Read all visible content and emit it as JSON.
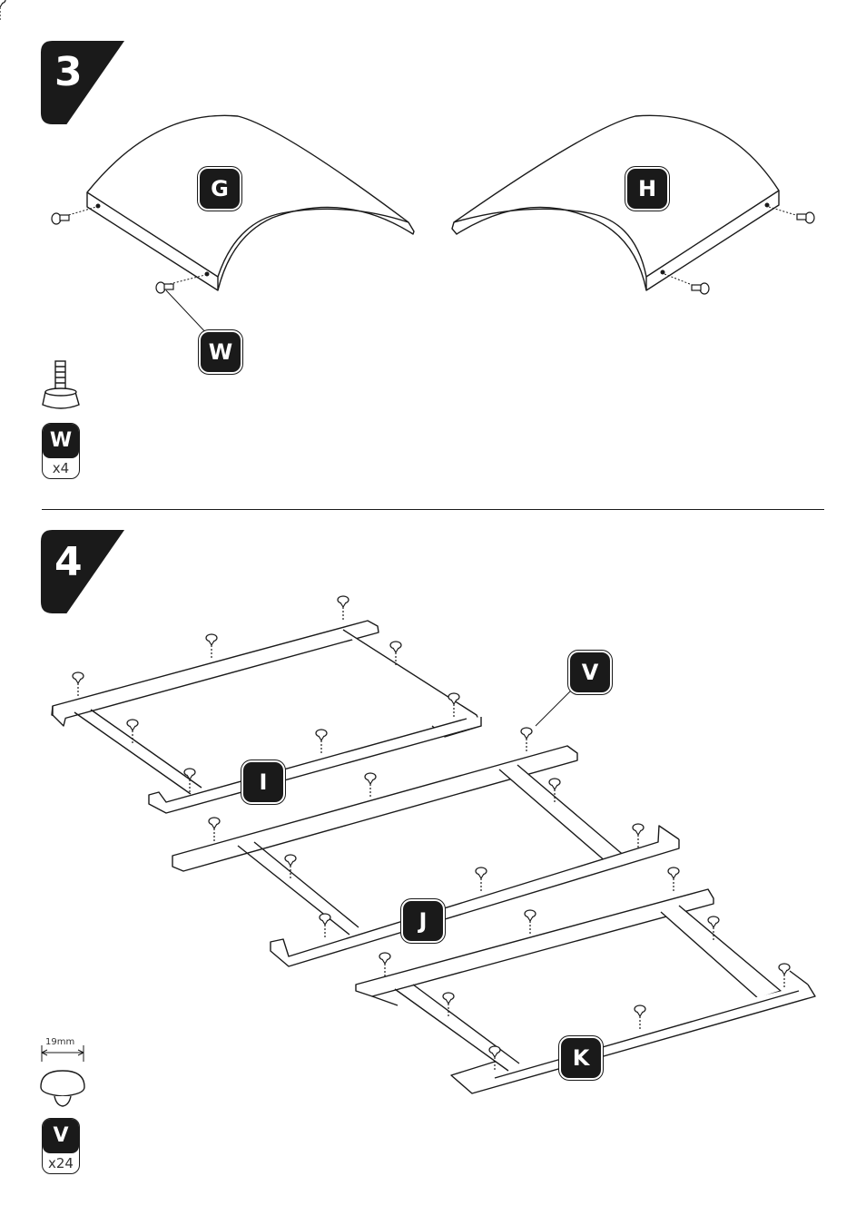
{
  "step3": {
    "number": "3",
    "labels": {
      "g": "G",
      "h": "H",
      "w": "W"
    },
    "hardware": {
      "letter": "W",
      "qty": "x4"
    }
  },
  "step4": {
    "number": "4",
    "labels": {
      "i": "I",
      "j": "J",
      "k": "K",
      "v": "V"
    },
    "hardware": {
      "letter": "V",
      "qty": "x24",
      "dimension": "19mm"
    }
  }
}
